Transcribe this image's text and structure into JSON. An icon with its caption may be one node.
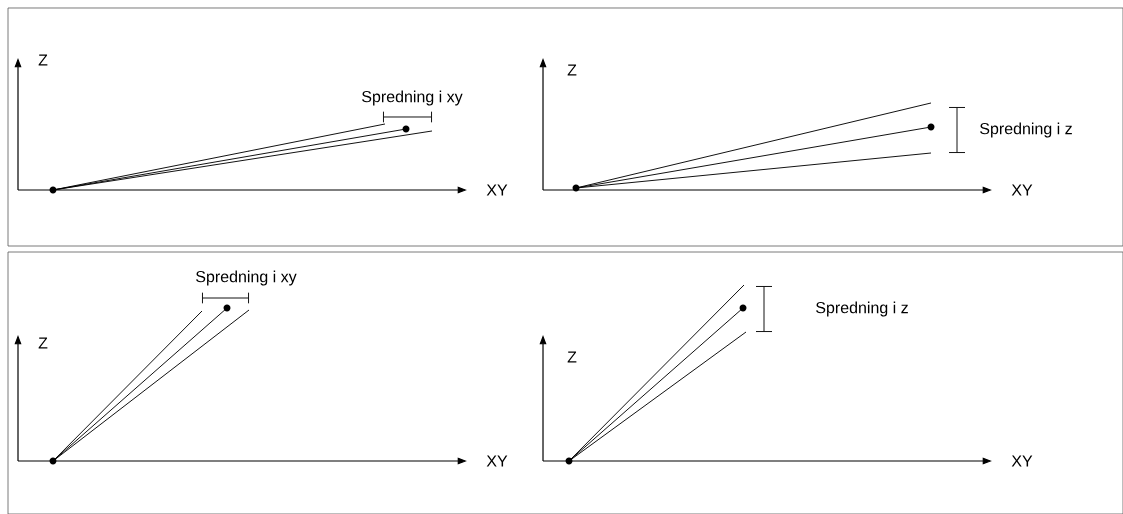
{
  "diagram": {
    "labels": [
      "Z",
      "Spredning i xy",
      "XY",
      "Z",
      "Spredning i z",
      "XY",
      "Spredning i xy",
      "Z",
      "XY",
      "Spredning i z",
      "Z",
      "XY"
    ]
  }
}
